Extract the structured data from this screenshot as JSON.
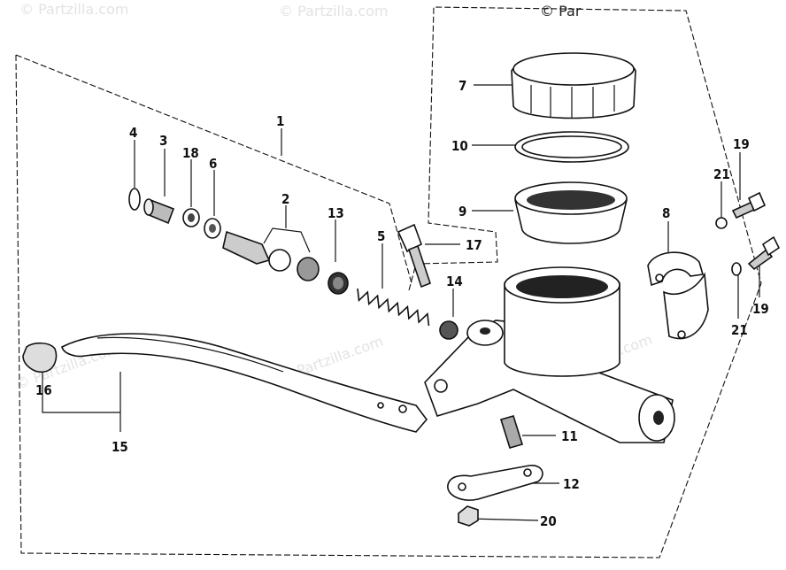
{
  "watermarks": [
    "© Partzilla.com",
    "© Partzilla.com",
    "© Par",
    "© Partzilla.com",
    "© Partzilla.com",
    "© Partzilla.com"
  ],
  "labels": {
    "p1": "1",
    "p2": "2",
    "p3": "3",
    "p4": "4",
    "p5": "5",
    "p6": "6",
    "p7": "7",
    "p8": "8",
    "p9": "9",
    "p10": "10",
    "p11": "11",
    "p12": "12",
    "p13": "13",
    "p14": "14",
    "p15": "15",
    "p16": "16",
    "p17": "17",
    "p18": "18",
    "p19a": "19",
    "p19b": "19",
    "p20": "20",
    "p21a": "21",
    "p21b": "21"
  }
}
